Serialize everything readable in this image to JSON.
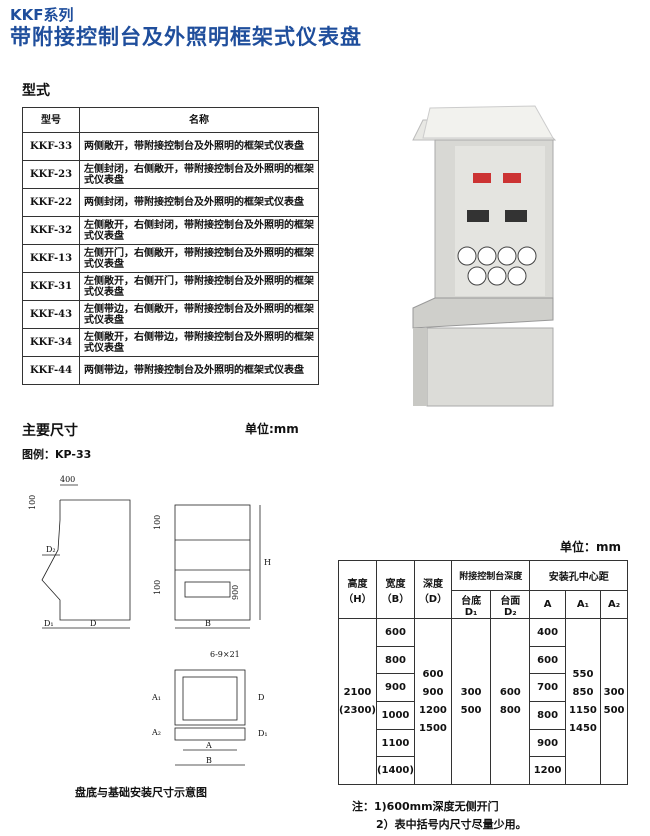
{
  "header": {
    "series": "KKF系列",
    "title": "带附接控制台及外照明框架式仪表盘"
  },
  "types": {
    "heading": "型式",
    "col_model": "型号",
    "col_name": "名称",
    "rows": [
      {
        "model": "KKF-33",
        "name": "两侧敞开，带附接控制台及外照明的框架式仪表盘"
      },
      {
        "model": "KKF-23",
        "name": "左侧封闭，右侧敞开，带附接控制台及外照明的框架式仪表盘"
      },
      {
        "model": "KKF-22",
        "name": "两侧封闭，带附接控制台及外照明的框架式仪表盘"
      },
      {
        "model": "KKF-32",
        "name": "左侧敞开，右侧封闭，带附接控制台及外照明的框架式仪表盘"
      },
      {
        "model": "KKF-13",
        "name": "左侧开门，右侧敞开，带附接控制台及外照明的框架式仪表盘"
      },
      {
        "model": "KKF-31",
        "name": "左侧敞开，右侧开门，带附接控制台及外照明的框架式仪表盘"
      },
      {
        "model": "KKF-43",
        "name": "左侧带边，右侧敞开，带附接控制台及外照明的框架式仪表盘"
      },
      {
        "model": "KKF-34",
        "name": "左侧敞开，右侧带边，带附接控制台及外照明的框架式仪表盘"
      },
      {
        "model": "KKF-44",
        "name": "两侧带边，带附接控制台及外照明的框架式仪表盘"
      }
    ]
  },
  "dimensions": {
    "heading": "主要尺寸",
    "unit": "单位:mm",
    "example": "图例：KP-33",
    "drawing_labels": {
      "w400": "400",
      "h100": "100",
      "d2": "D₂",
      "d1": "D₁",
      "d": "D",
      "h100b": "100",
      "h100c": "100",
      "h900": "900",
      "h": "H",
      "b": "B",
      "holes": "6-9×21",
      "a1": "A₁",
      "a2": "A₂",
      "dd": "D",
      "dd1": "D₁",
      "a": "A",
      "bb": "B"
    },
    "caption": "盘底与基础安装尺寸示意图"
  },
  "spec_table": {
    "unit": "单位：mm",
    "headers": {
      "height": "高度",
      "height_sym": "（H）",
      "width": "宽度",
      "width_sym": "（B）",
      "depth": "深度",
      "depth_sym": "（D）",
      "console": "附接控制台深度",
      "base": "台底",
      "base_sym": "D₁",
      "top": "台面",
      "top_sym": "D₂",
      "holes": "安装孔中心距",
      "a": "A",
      "a1": "A₁",
      "a2": "A₂"
    },
    "height": [
      "2100",
      "(2300)"
    ],
    "width": [
      "600",
      "800",
      "900",
      "1000",
      "1100",
      "(1400)"
    ],
    "depth": [
      "600",
      "900",
      "1200",
      "1500"
    ],
    "d1": [
      "300",
      "500"
    ],
    "d2": [
      "600",
      "800"
    ],
    "a": [
      "400",
      "600",
      "700",
      "800",
      "900",
      "1200"
    ],
    "a1": [
      "550",
      "850",
      "1150",
      "1450"
    ],
    "a2": [
      "300",
      "500"
    ]
  },
  "notes": [
    "注：1)600mm深度无侧开门",
    "2）表中括号内尺寸尽量少用。"
  ]
}
